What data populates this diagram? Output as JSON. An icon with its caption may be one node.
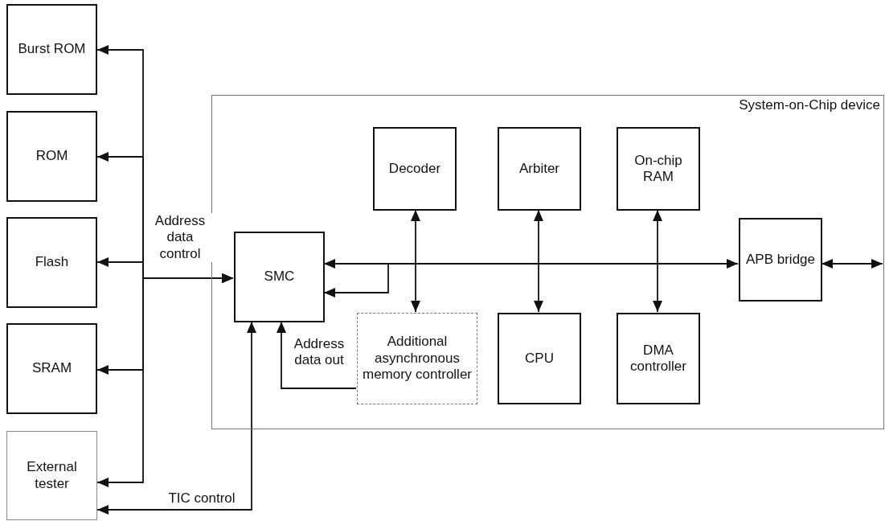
{
  "diagram": {
    "nodes": [
      {
        "text": [
          "Burst ROM"
        ]
      },
      {
        "text": [
          "ROM"
        ]
      },
      {
        "text": [
          "Flash"
        ]
      },
      {
        "text": [
          "SRAM"
        ]
      },
      {
        "text": [
          "External tester"
        ]
      },
      {
        "text": [
          "System-on-Chip device"
        ]
      },
      {
        "text": [
          "SMC"
        ],
        "in": 5
      },
      {
        "text": [
          "Decoder"
        ],
        "in": 5
      },
      {
        "text": [
          "Arbiter"
        ],
        "in": 5
      },
      {
        "text": [
          "On-chip RAM"
        ],
        "in": 5
      },
      {
        "text": [
          "APB bridge"
        ],
        "in": 5
      },
      {
        "text": [
          "Additional asynchronous memory controller"
        ],
        "in": 5
      },
      {
        "text": [
          "CPU"
        ],
        "in": 5
      },
      {
        "text": [
          "DMA controller"
        ],
        "in": 5
      }
    ],
    "edges": [
      {
        "from": 0,
        "to": 6,
        "arrow": "both"
      },
      {
        "from": 1,
        "to": 6,
        "arrow": "both"
      },
      {
        "from": 2,
        "to": 6,
        "arrow": "both",
        "label": "Address data control"
      },
      {
        "from": 3,
        "to": 6,
        "arrow": "both"
      },
      {
        "from": 4,
        "to": 6,
        "arrow": "both"
      },
      {
        "from": 4,
        "to": 6,
        "arrow": "both",
        "label": "TIC control"
      },
      {
        "from": 6,
        "to": 10,
        "arrow": "both"
      },
      {
        "from": null,
        "to": 6,
        "arrow": "to"
      },
      {
        "from": 11,
        "to": 6,
        "arrow": "to",
        "label": "Address data out"
      },
      {
        "from": 7,
        "to": 11,
        "arrow": "both"
      },
      {
        "from": 8,
        "to": 12,
        "arrow": "both"
      },
      {
        "from": 9,
        "to": 13,
        "arrow": "both"
      },
      {
        "from": 10,
        "to": null,
        "arrow": "both"
      }
    ]
  }
}
